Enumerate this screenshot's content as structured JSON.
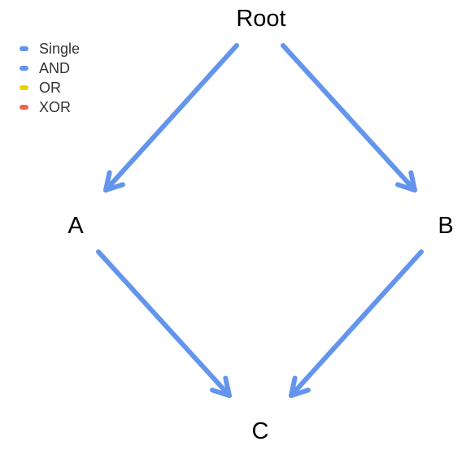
{
  "legend": {
    "items": [
      {
        "label": "Single",
        "color": "#6495ED"
      },
      {
        "label": "AND",
        "color": "#6495ED"
      },
      {
        "label": "OR",
        "color": "#E6D400"
      },
      {
        "label": "XOR",
        "color": "#F0664F"
      }
    ]
  },
  "nodes": {
    "root": {
      "label": "Root"
    },
    "a": {
      "label": "A"
    },
    "b": {
      "label": "B"
    },
    "c": {
      "label": "C"
    }
  },
  "edges": [
    {
      "from": "Root",
      "to": "A",
      "type": "AND"
    },
    {
      "from": "Root",
      "to": "B",
      "type": "AND"
    },
    {
      "from": "A",
      "to": "C",
      "type": "AND"
    },
    {
      "from": "B",
      "to": "C",
      "type": "AND"
    }
  ]
}
